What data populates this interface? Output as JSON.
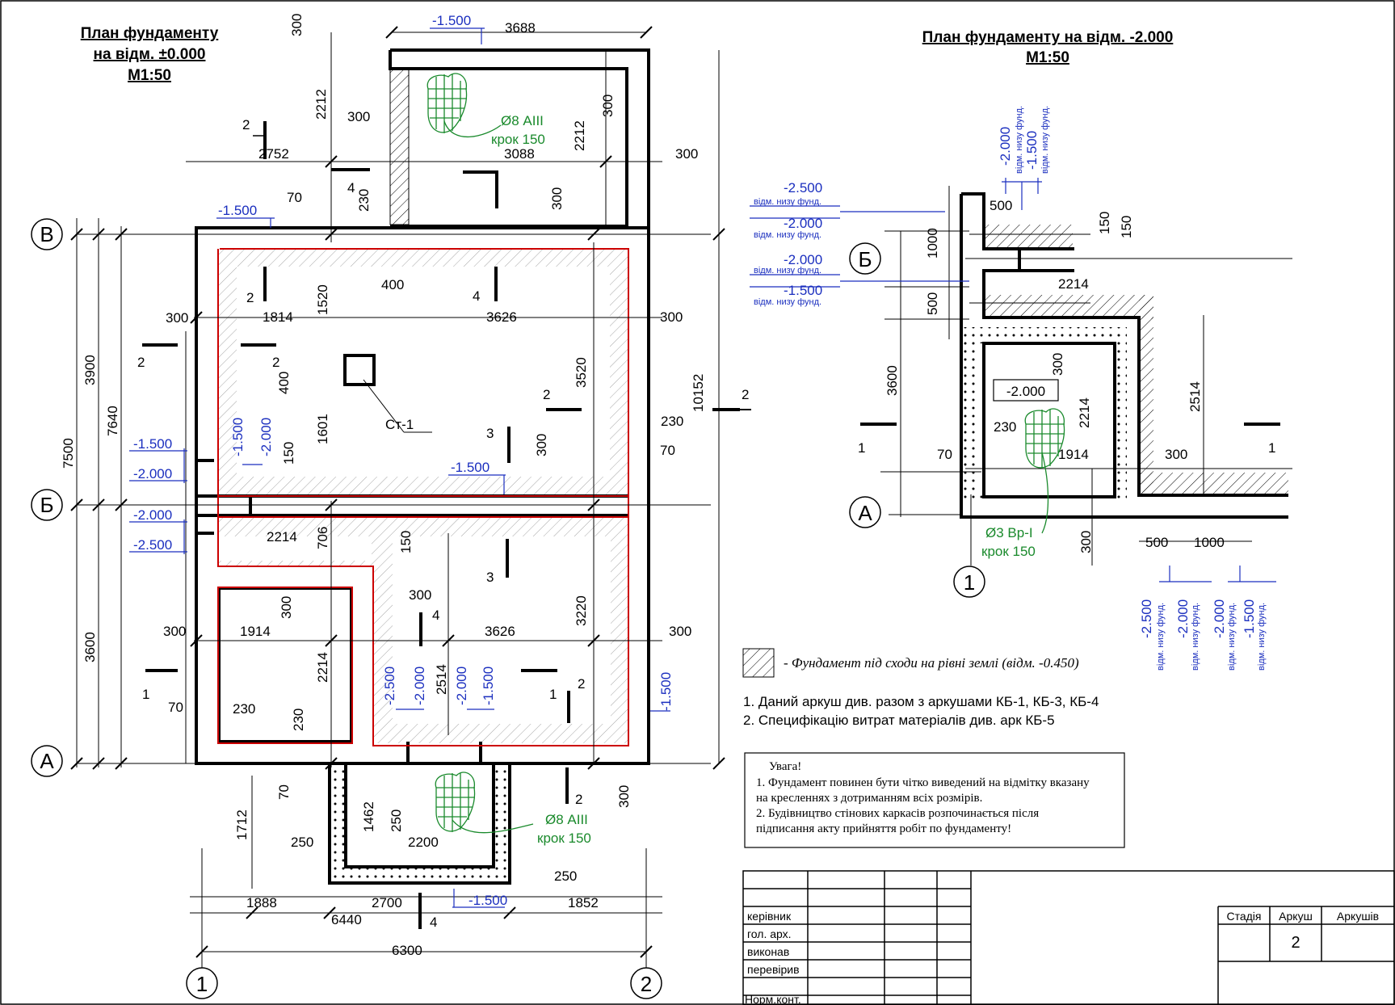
{
  "left_plan": {
    "title_line1": "План фундаменту",
    "title_line2": "на відм. ±0.000",
    "title_line3": "М1:50"
  },
  "right_plan": {
    "title_line1": "План фундаменту на відм. -2.000",
    "title_line2": "М1:50"
  },
  "axes": {
    "B": "В",
    "Bb": "Б",
    "A": "А",
    "one": "1",
    "two": "2"
  },
  "dims_left": {
    "d300a": "300",
    "d3688": "3688",
    "d2212a": "2212",
    "d300b": "300",
    "d300c": "300",
    "d2752": "2752",
    "d3088": "3088",
    "d300d": "300",
    "d2212b": "2212",
    "d70a": "70",
    "d230a": "230",
    "d300e": "300",
    "d1520": "1520",
    "d400a": "400",
    "d1814": "1814",
    "d3626a": "3626",
    "d300f": "300",
    "d300g": "300",
    "d3900": "3900",
    "d7640": "7640",
    "d7500": "7500",
    "d3520": "3520",
    "d10152": "10152",
    "d400b": "400",
    "d1601": "1601",
    "d150a": "150",
    "d300h": "300",
    "d230b": "230",
    "d70b": "70",
    "d2214a": "2214",
    "d706": "706",
    "d150b": "150",
    "d300i": "300",
    "d300j": "300",
    "d1914": "1914",
    "d3626b": "3626",
    "d3220": "3220",
    "d300k": "300",
    "d300l": "300",
    "d3600": "3600",
    "d2214b": "2214",
    "d2514": "2514",
    "d70c": "70",
    "d230c": "230",
    "d230d": "230",
    "d70d": "70",
    "d1712": "1712",
    "d1462": "1462",
    "d250a": "250",
    "d250b": "250",
    "d2200": "2200",
    "d250c": "250",
    "d300m": "300",
    "d1888": "1888",
    "d2700": "2700",
    "d1852": "1852",
    "d6440": "6440",
    "d6300": "6300"
  },
  "levels_left": {
    "l1": "-1.500",
    "l2": "-1.500",
    "l3": "-1.500",
    "l4": "-2.000",
    "l5": "-1.500",
    "l6": "-1.500",
    "l7": "-2.000",
    "l8": "-2.000",
    "l9": "-2.500",
    "l10": "-2.500",
    "l11": "-2.000",
    "l12": "-2.000",
    "l13": "-1.500",
    "l14": "-1.500",
    "l15": "-1.500"
  },
  "sections_left": {
    "s1": "2",
    "s2": "4",
    "s3": "2",
    "s4": "4",
    "s5": "2",
    "s6": "2",
    "s7": "2",
    "s8": "2",
    "s9": "3",
    "s10": "3",
    "s11": "4",
    "s12": "1",
    "s13": "1",
    "s14": "2",
    "s15": "2",
    "s16": "4"
  },
  "rebar_top": {
    "dia": "Ø8 АIII",
    "step": "крок 150"
  },
  "rebar_bottom": {
    "dia": "Ø8 АIII",
    "step": "крок 150"
  },
  "column_label": "Ст-1",
  "right_dims": {
    "r2000a": "-2.000",
    "r1500a": "-1.500",
    "r2500": "-2.500",
    "r2000b": "-2.000",
    "r2000c": "-2.000",
    "r1500b": "-1.500",
    "sub": "відм. низу фунд.",
    "d500a": "500",
    "d1000a": "1000",
    "d150a": "150",
    "d150b": "150",
    "d2214": "2214",
    "d500b": "500",
    "d3600": "3600",
    "d300a": "300",
    "d2514": "2514",
    "d230": "230",
    "d2214b": "2214",
    "d70": "70",
    "d1914": "1914",
    "d300b": "300",
    "d300c": "300",
    "d500c": "500",
    "d1000b": "1000",
    "b2500": "-2.500",
    "b2000a": "-2.000",
    "b2000b": "-2.000",
    "b1500": "-1.500",
    "box": "-2.000",
    "s1": "1",
    "s2": "1"
  },
  "rebar_right": {
    "dia": "Ø3 Вр-І",
    "step": "крок 150"
  },
  "legend_text": "- Фундамент під сходи на рівні землі (відм. -0.450)",
  "notes": {
    "n1": "1. Даний аркуш див. разом з аркушами  КБ-1, КБ-3, КБ-4",
    "n2": "2. Специфікацію витрат матеріалів  див. арк КБ-5"
  },
  "warning": {
    "title": "Увага!",
    "l1": "1. Фундамент повинен бути чітко виведений на відмітку вказану",
    "l2": "на кресленнях з  дотриманням всіх розмірів.",
    "l3": "2. Будівництво стінових каркасів розпочинається після",
    "l4": "підписання акту прийняття робіт по фундаменту!"
  },
  "stamp": {
    "r1": "керівник",
    "r2": "гол. арх.",
    "r3": "виконав",
    "r4": "перевірив",
    "r5": "Норм.конт.",
    "stage": "Стадія",
    "sheet": "Аркуш",
    "sheets": "Аркушів",
    "sheet_no": "2"
  }
}
